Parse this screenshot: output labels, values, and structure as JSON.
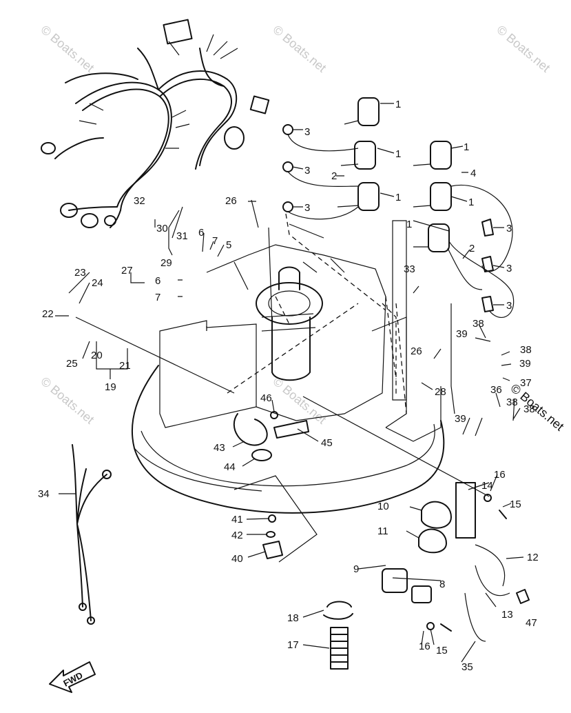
{
  "watermark_text": "© Boats.net",
  "fwd_label": "FWD",
  "part_numbers": [
    "1",
    "2",
    "3",
    "4",
    "5",
    "6",
    "7",
    "8",
    "9",
    "10",
    "11",
    "12",
    "13",
    "14",
    "15",
    "16",
    "17",
    "18",
    "19",
    "20",
    "21",
    "22",
    "23",
    "24",
    "25",
    "26",
    "27",
    "28",
    "29",
    "30",
    "31",
    "32",
    "33",
    "34",
    "35",
    "36",
    "37",
    "38",
    "39",
    "40",
    "41",
    "42",
    "43",
    "44",
    "45",
    "46",
    "47"
  ],
  "callouts": [
    {
      "id": "c1a",
      "text": "1"
    },
    {
      "id": "c1b",
      "text": "1"
    },
    {
      "id": "c1c",
      "text": "1"
    },
    {
      "id": "c1d",
      "text": "1"
    },
    {
      "id": "c1e",
      "text": "1"
    },
    {
      "id": "c1f",
      "text": "1"
    },
    {
      "id": "c3a",
      "text": "3"
    },
    {
      "id": "c3b",
      "text": "3"
    },
    {
      "id": "c3c",
      "text": "3"
    },
    {
      "id": "c3d",
      "text": "3"
    },
    {
      "id": "c3e",
      "text": "3"
    },
    {
      "id": "c3f",
      "text": "3"
    },
    {
      "id": "c2a",
      "text": "2"
    },
    {
      "id": "c2b",
      "text": "2"
    },
    {
      "id": "c4",
      "text": "4"
    },
    {
      "id": "c5",
      "text": "5"
    },
    {
      "id": "c6a",
      "text": "6"
    },
    {
      "id": "c6b",
      "text": "6"
    },
    {
      "id": "c7a",
      "text": "7"
    },
    {
      "id": "c7b",
      "text": "7"
    },
    {
      "id": "c8",
      "text": "8"
    },
    {
      "id": "c9",
      "text": "9"
    },
    {
      "id": "c10",
      "text": "10"
    },
    {
      "id": "c11",
      "text": "11"
    },
    {
      "id": "c12",
      "text": "12"
    },
    {
      "id": "c13",
      "text": "13"
    },
    {
      "id": "c14",
      "text": "14"
    },
    {
      "id": "c15a",
      "text": "15"
    },
    {
      "id": "c15b",
      "text": "15"
    },
    {
      "id": "c16a",
      "text": "16"
    },
    {
      "id": "c16b",
      "text": "16"
    },
    {
      "id": "c17",
      "text": "17"
    },
    {
      "id": "c18",
      "text": "18"
    },
    {
      "id": "c19",
      "text": "19"
    },
    {
      "id": "c20",
      "text": "20"
    },
    {
      "id": "c21",
      "text": "21"
    },
    {
      "id": "c22",
      "text": "22"
    },
    {
      "id": "c23",
      "text": "23"
    },
    {
      "id": "c24",
      "text": "24"
    },
    {
      "id": "c25",
      "text": "25"
    },
    {
      "id": "c26a",
      "text": "26"
    },
    {
      "id": "c26b",
      "text": "26"
    },
    {
      "id": "c27",
      "text": "27"
    },
    {
      "id": "c28",
      "text": "28"
    },
    {
      "id": "c29",
      "text": "29"
    },
    {
      "id": "c30",
      "text": "30"
    },
    {
      "id": "c31",
      "text": "31"
    },
    {
      "id": "c32",
      "text": "32"
    },
    {
      "id": "c33",
      "text": "33"
    },
    {
      "id": "c34",
      "text": "34"
    },
    {
      "id": "c35",
      "text": "35"
    },
    {
      "id": "c36",
      "text": "36"
    },
    {
      "id": "c37",
      "text": "37"
    },
    {
      "id": "c38a",
      "text": "38"
    },
    {
      "id": "c38b",
      "text": "38"
    },
    {
      "id": "c38c",
      "text": "38"
    },
    {
      "id": "c38d",
      "text": "38"
    },
    {
      "id": "c39a",
      "text": "39"
    },
    {
      "id": "c39b",
      "text": "39"
    },
    {
      "id": "c39c",
      "text": "39"
    },
    {
      "id": "c40",
      "text": "40"
    },
    {
      "id": "c41",
      "text": "41"
    },
    {
      "id": "c42",
      "text": "42"
    },
    {
      "id": "c43",
      "text": "43"
    },
    {
      "id": "c44",
      "text": "44"
    },
    {
      "id": "c45",
      "text": "45"
    },
    {
      "id": "c46",
      "text": "46"
    },
    {
      "id": "c47",
      "text": "47"
    }
  ],
  "colors": {
    "line": "#111111",
    "background": "#ffffff",
    "watermark": "#c8c8c8"
  }
}
